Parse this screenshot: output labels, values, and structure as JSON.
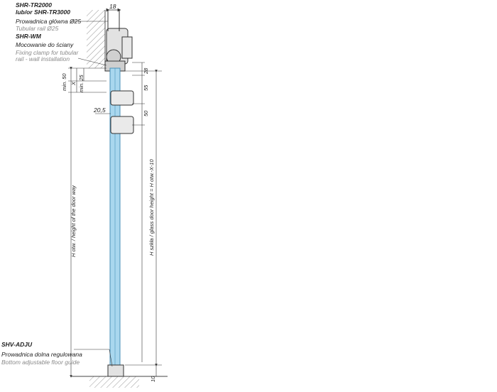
{
  "labels": {
    "tr_code": "SHR-TR2000",
    "tr_alt": "lub/or SHR-TR3000",
    "rail_pl": "Prowadnica główna Ø25",
    "rail_en": "Tubular rail Ø25",
    "wm_code": "SHR-WM",
    "wm_pl": "Mocowanie do ściany",
    "wm_en1": "Fixing clamp for tubular",
    "wm_en2": "rail - wall installation",
    "adju_code": "SHV-ADJU",
    "adju_pl": "Prowadnica dolna regulowana",
    "adju_en": "Bottom adjustable floor guide"
  },
  "dimensions": {
    "top_width": "18",
    "d28": "28",
    "d55": "55",
    "d50": "50",
    "d20_5": "20,5",
    "min50": "min. 50",
    "x": "X",
    "min25": "min. 25",
    "h_door": "H otw. / height of the door way",
    "h_glass": "H szkła / glass door height = H otw.-X-10",
    "bottom": "10"
  },
  "colors": {
    "glass": "#a9d7ee",
    "glass_edge": "#4a90b8",
    "line": "#333333",
    "hatch": "#9a9a9a",
    "grey_en": "#8a8a8a"
  }
}
